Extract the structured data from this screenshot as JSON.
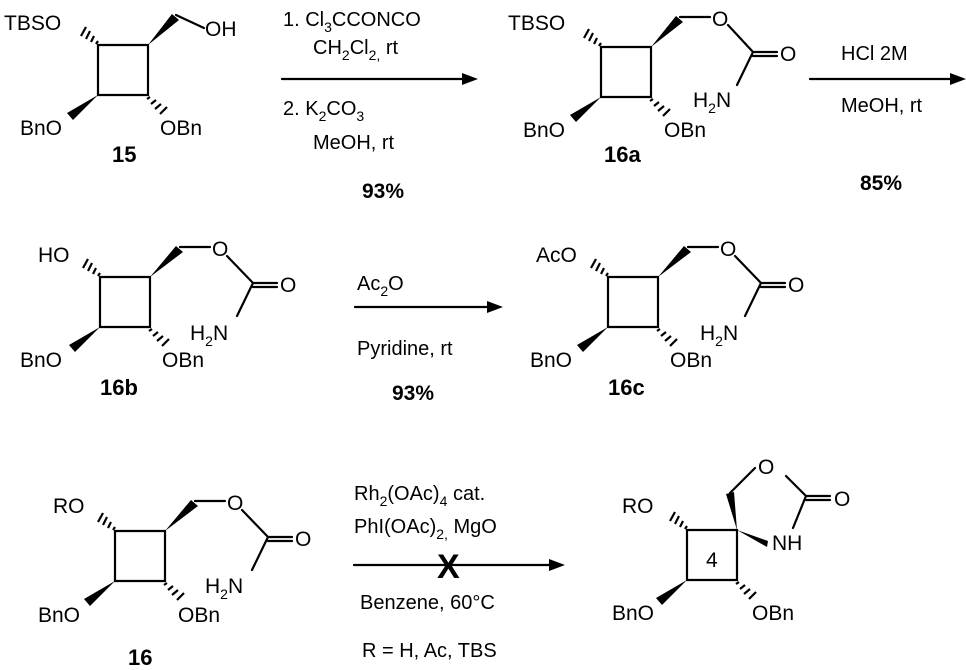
{
  "scheme": {
    "labels": {
      "TBSO": "TBSO",
      "OH": "OH",
      "O": "O",
      "HO": "HO",
      "AcO": "AcO",
      "RO": "RO",
      "BnO": "BnO",
      "OBn": "OBn",
      "NH": "NH",
      "H": "H",
      "N": "N",
      "N2": "2",
      "ring_number": "4"
    },
    "compounds": {
      "c15": "15",
      "c16a": "16a",
      "c16b": "16b",
      "c16c": "16c",
      "c16": "16"
    },
    "reactions": {
      "r1": {
        "step1_prefix": "1. Cl",
        "step1_sub": "3",
        "step1_suffix": "CCONCO",
        "step1b_prefix": "CH",
        "step1b_sub": "2",
        "step1b_mid": "Cl",
        "step1b_sub2": "2,",
        "step1b_suffix": " rt",
        "step2_prefix": "2. K",
        "step2_sub": "2",
        "step2_mid": "CO",
        "step2_sub2": "3",
        "step2b": "MeOH, rt",
        "yield": "93%"
      },
      "r2": {
        "above": "HCl 2M",
        "below": "MeOH, rt",
        "yield": "85%"
      },
      "r3": {
        "above_prefix": "Ac",
        "above_sub": "2",
        "above_suffix": "O",
        "below": "Pyridine, rt",
        "yield": "93%"
      },
      "r4": {
        "l1_prefix": "Rh",
        "l1_sub": "2",
        "l1_suffix": "(OAc)",
        "l1_sub2": "4",
        "l1_end": " cat.",
        "l2_prefix": "PhI(OAc)",
        "l2_sub": "2,",
        "l2_suffix": " MgO",
        "l3": "Benzene, 60°C",
        "fail_mark": "X",
        "r_def": "R = H, Ac, TBS"
      }
    }
  }
}
